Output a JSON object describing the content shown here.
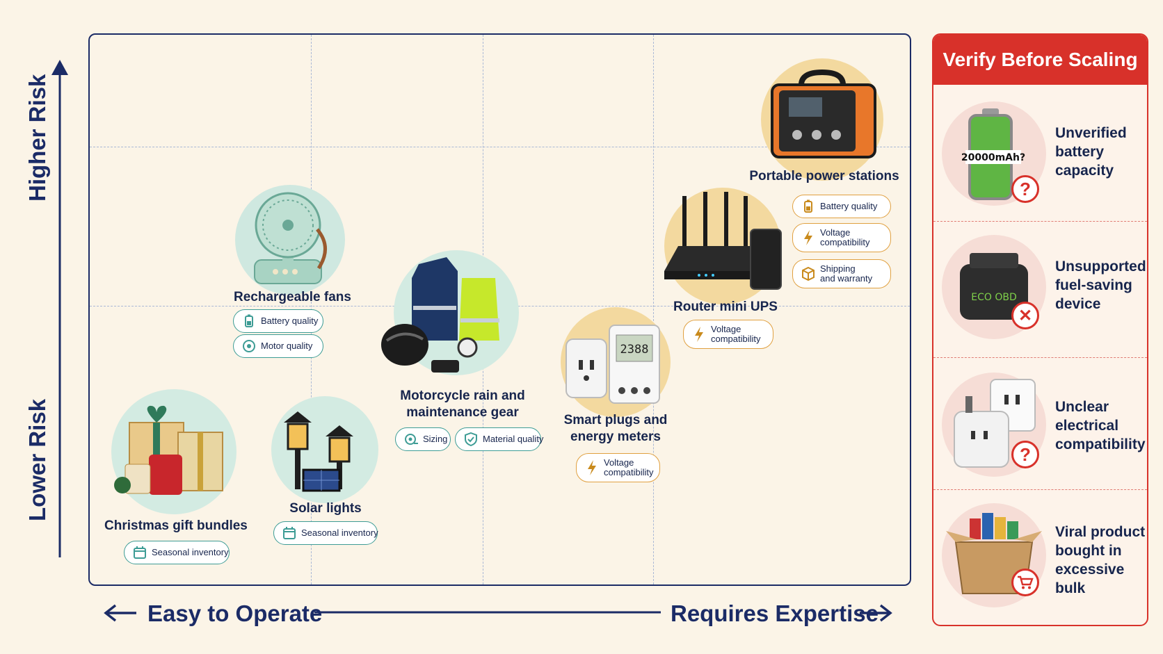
{
  "axes": {
    "y_high": "Higher Risk",
    "y_low": "Lower Risk",
    "x_easy": "Easy to Operate",
    "x_expert": "Requires Expertise"
  },
  "items": [
    {
      "title": "Rechargeable fans",
      "chips": [
        "Battery quality",
        "Motor quality"
      ]
    },
    {
      "title": "Christmas gift bundles",
      "chips": [
        "Seasonal inventory"
      ]
    },
    {
      "title": "Solar lights",
      "chips": [
        "Seasonal inventory"
      ]
    },
    {
      "title_line1": "Motorcycle rain and",
      "title_line2": "maintenance gear",
      "chips": [
        "Sizing",
        "Material quality"
      ]
    },
    {
      "title_line1": "Smart plugs and",
      "title_line2": "energy meters",
      "chips": [
        {
          "l1": "Voltage",
          "l2": "compatibility"
        }
      ]
    },
    {
      "title": "Router mini UPS",
      "chips": [
        {
          "l1": "Voltage",
          "l2": "compatibility"
        }
      ]
    },
    {
      "title": "Portable power stations",
      "chips": [
        "Battery quality",
        {
          "l1": "Voltage",
          "l2": "compatibility"
        },
        {
          "l1": "Shipping",
          "l2": "and warranty"
        }
      ]
    }
  ],
  "panel": {
    "title": "Verify Before Scaling",
    "image_text": {
      "battery": "20000mAh?",
      "obd": "ECO OBD",
      "meter": "2388"
    },
    "risks": [
      {
        "l1": "Unverified",
        "l2": "battery",
        "l3": "capacity",
        "badge": "?"
      },
      {
        "l1": "Unsupported",
        "l2": "fuel-saving",
        "l3": "device",
        "badge": "✕"
      },
      {
        "l1": "Unclear",
        "l2": "electrical",
        "l3": "compatibility",
        "badge": "?"
      },
      {
        "l1": "Viral product",
        "l2": "bought in",
        "l3": "excessive bulk",
        "badge": "cart"
      }
    ]
  },
  "colors": {
    "navy": "#1b2b66",
    "teal": "#3d9c95",
    "orange": "#e0a040",
    "red": "#d8312a"
  }
}
